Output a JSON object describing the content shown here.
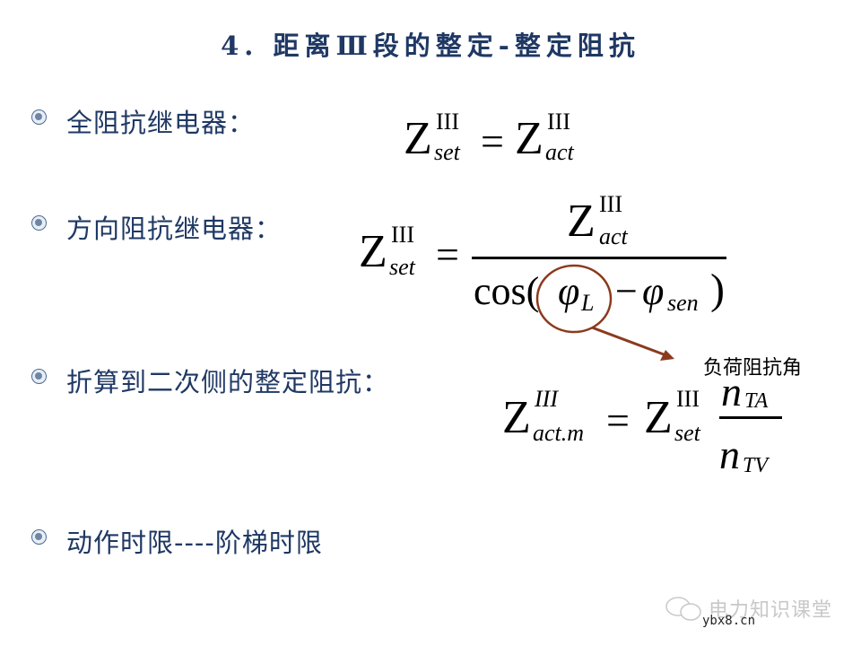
{
  "slide": {
    "title": "4. 距离Ⅲ段的整定-整定阻抗",
    "bullets": [
      {
        "label": "全阻抗继电器："
      },
      {
        "label": "方向阻抗继电器："
      },
      {
        "label": "折算到二次侧的整定阻抗："
      },
      {
        "label": "动作时限----阶梯时限"
      }
    ],
    "formulas": {
      "f1": {
        "Z": "Z",
        "sup": "III",
        "sub_left": "set",
        "eq": "=",
        "sub_right": "act"
      },
      "f2": {
        "Z": "Z",
        "sup": "III",
        "sub_left": "set",
        "eq": "=",
        "num_sub": "act",
        "cos": "cos(",
        "phi": "φ",
        "phiL": "L",
        "minus": "−",
        "phisen": "sen",
        "close": ")"
      },
      "f3": {
        "Z": "Z",
        "sup_left": "III",
        "sub_left": "act.m",
        "eq": "=",
        "sup": "III",
        "sub_right": "set",
        "n": "n",
        "nTA": "TA",
        "nTV": "TV"
      }
    },
    "annotation": "负荷阻抗角",
    "annotation_color": "#8b3a1e",
    "watermark": {
      "text": "电力知识课堂",
      "site": "ybx8.cn"
    }
  }
}
